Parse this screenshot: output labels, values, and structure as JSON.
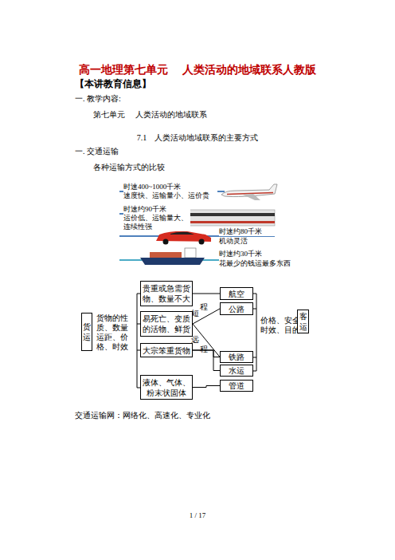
{
  "diagram": {
    "title": "高一地理第七单元　 人类活动的地域联系人教版",
    "nodes": [
      {
        "text": [
          "货运"
        ]
      },
      {
        "text": [
          "贵重或急需货物、数量不大"
        ]
      },
      {
        "text": [
          "易死亡、变质的活物、鲜货"
        ]
      },
      {
        "text": [
          "大宗笨重货物"
        ]
      },
      {
        "text": [
          "液体、气体、粉末状固体"
        ]
      },
      {
        "text": [
          "航空"
        ]
      },
      {
        "text": [
          "公路"
        ]
      },
      {
        "text": [
          "铁路"
        ]
      },
      {
        "text": [
          "水运"
        ]
      },
      {
        "text": [
          "管道"
        ]
      },
      {
        "text": [
          "客运"
        ]
      }
    ],
    "edges": [
      {
        "from": 1,
        "to": 5,
        "arrow": "none"
      },
      {
        "from": 2,
        "to": 6,
        "arrow": "none"
      },
      {
        "from": 2,
        "to": 7,
        "arrow": "none"
      },
      {
        "from": 3,
        "to": 7,
        "arrow": "none"
      },
      {
        "from": 3,
        "to": 8,
        "arrow": "none"
      },
      {
        "from": 4,
        "to": 9,
        "arrow": "none"
      }
    ],
    "labels": [
      "【本讲教育信息】",
      "一. 教学内容:",
      "第七单元　 人类活动的地域联系",
      "7.1　人类活动地域联系的主要方式",
      "一. 交通运输",
      "各种运输方式的比较",
      "时速400~1000千米",
      "速度快、运输量小、运价贵",
      "时速约90千米",
      "运价低、运输量大、连续性强",
      "时速约80千米",
      "机动灵活",
      "时速约30千米",
      "花最少的钱运最多东西",
      "货物的性质、数量运距、价格、时效",
      "程",
      "短",
      "远",
      "程",
      "价格、安全时效、目的",
      "交通运输网：网络化、高速化、专业化",
      "1 / 17"
    ]
  }
}
